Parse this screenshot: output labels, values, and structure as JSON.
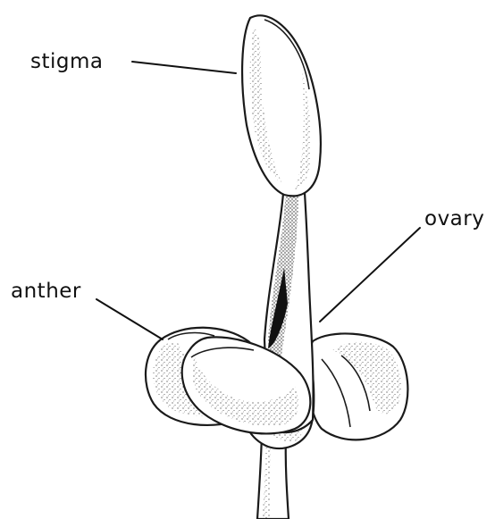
{
  "labels": {
    "stigma": "stigma",
    "ovary": "ovary",
    "anther": "anther"
  }
}
